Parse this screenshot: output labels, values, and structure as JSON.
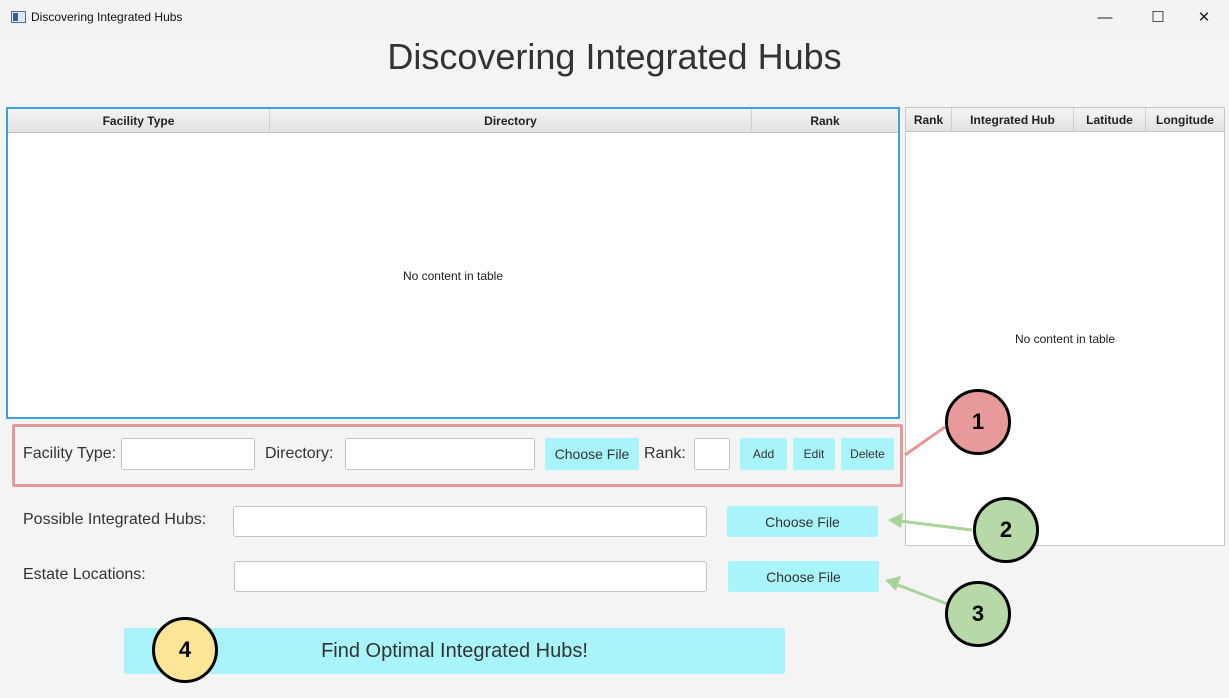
{
  "window": {
    "title": "Discovering Integrated Hubs",
    "minimize_glyph": "—",
    "maximize_glyph": "☐",
    "close_glyph": "✕"
  },
  "heading": "Discovering Integrated Hubs",
  "facility_table": {
    "columns": [
      "Facility Type",
      "Directory",
      "Rank"
    ],
    "empty_text": "No content in table"
  },
  "hubs_table": {
    "columns": [
      "Rank",
      "Integrated Hub",
      "Latitude",
      "Longitude"
    ],
    "empty_text": "No content in table"
  },
  "facility_form": {
    "facility_type_label": "Facility Type:",
    "facility_type_value": "",
    "directory_label": "Directory:",
    "directory_value": "",
    "choose_file_label": "Choose File",
    "rank_label": "Rank:",
    "rank_value": "",
    "add_label": "Add",
    "edit_label": "Edit",
    "delete_label": "Delete"
  },
  "hubs_row": {
    "label": "Possible Integrated Hubs:",
    "value": "",
    "choose_file_label": "Choose File"
  },
  "estate_row": {
    "label": "Estate Locations:",
    "value": "",
    "choose_file_label": "Choose File"
  },
  "find_button_label": "Find Optimal Integrated Hubs!",
  "callouts": [
    "1",
    "2",
    "3",
    "4"
  ],
  "colors": {
    "button_bg": "#a9f3fb",
    "table_focus_border": "#3fa2dd",
    "callout_1": "#e8999a",
    "callout_2": "#b7d9a8",
    "callout_3": "#b7d9a8",
    "callout_4": "#fde597",
    "callout_box_border": "#e6999b",
    "arrow": "#a8d49b"
  }
}
